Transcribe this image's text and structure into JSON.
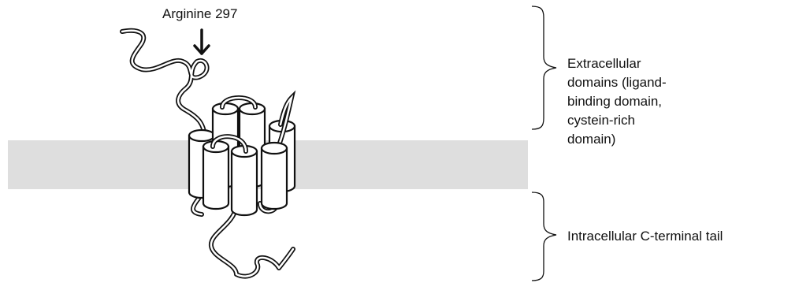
{
  "labels": {
    "arginine": "Arginine 297",
    "extracellular_lines": [
      "Extracellular",
      "domains (ligand-",
      "binding domain,",
      "cystein-rich",
      "domain)"
    ],
    "intracellular": "Intracellular C-terminal tail"
  },
  "colors": {
    "membrane": "#dedede",
    "stroke": "#111111",
    "helix_fill": "#ffffff"
  }
}
